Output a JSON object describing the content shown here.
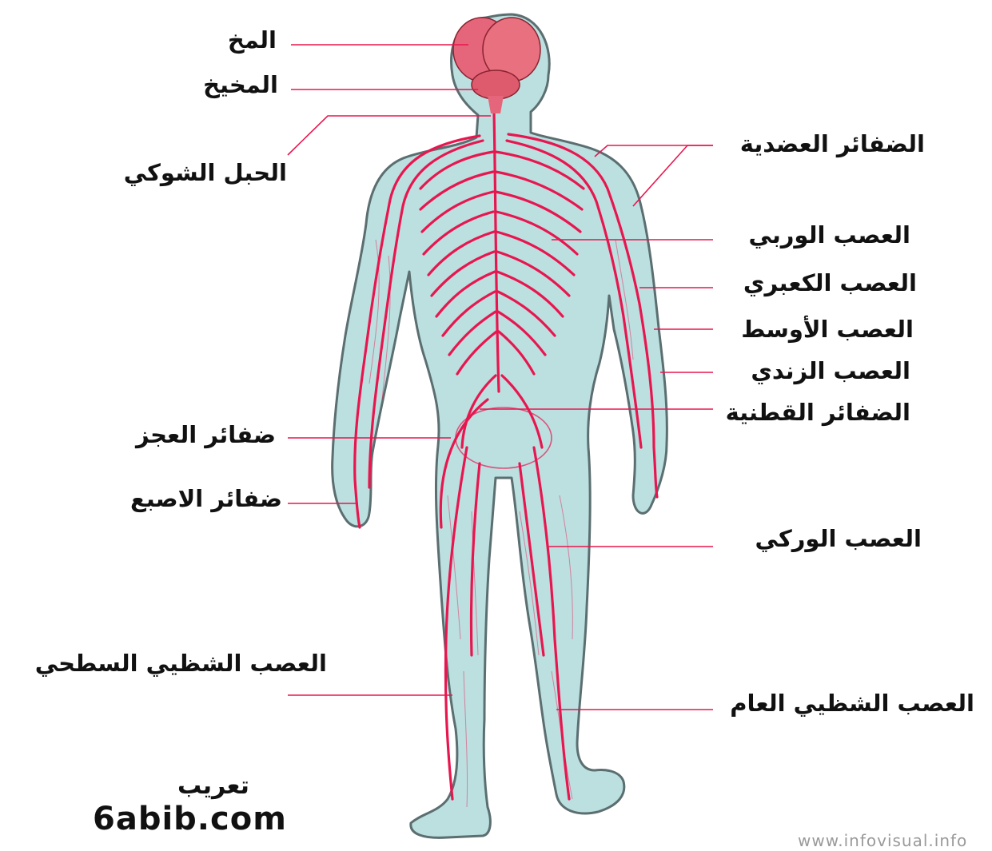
{
  "labels": {
    "brain": "المخ",
    "cerebellum": "المخيخ",
    "spinal_cord": "الحبل الشوكي",
    "sacral_plexus": "ضفائر العجز",
    "digital_plexus": "ضفائر الاصبع",
    "superficial_sciatic": "العصب الشظيي السطحي",
    "brachial_plexus": "الضفائر العضدية",
    "intercostal": "العصب الوربي",
    "radial": "العصب الكعبري",
    "median": "العصب الأوسط",
    "ulnar": "العصب الزندي",
    "lumbar_plexus": "الضفائر القطنية",
    "sciatic": "العصب الوركي",
    "common_peroneal": "العصب الشظيي العام"
  },
  "credit": {
    "arabization": "تعريب",
    "site": "6abib.com"
  },
  "watermark": "www.infovisual.info",
  "colors": {
    "body_fill": "#bcdfe0",
    "body_outline": "#5b6e70",
    "nerve": "#e8164f",
    "brain": "#e5667a",
    "leader": "#e8164f"
  }
}
